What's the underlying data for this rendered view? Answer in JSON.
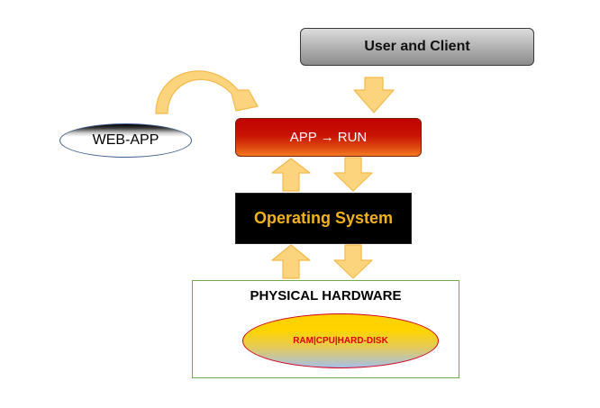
{
  "nodes": {
    "user_client": "User and Client",
    "web_app": "WEB-APP",
    "app_run": {
      "left": "APP",
      "arrow": "→",
      "right": "RUN"
    },
    "operating_system": "Operating System",
    "physical_hardware": "PHYSICAL HARDWARE",
    "components": "RAM|CPU|HARD-DISK"
  },
  "colors": {
    "arrow_fill": "#fdd47e",
    "arrow_stroke": "#f5b94a",
    "os_text": "#f3b21b",
    "app_run_gradient": [
      "#c00000",
      "#f07a22"
    ],
    "user_box_gradient": [
      "#dcdcdc",
      "#8c8c8c"
    ],
    "hardware_border": "#70ad47",
    "components_text": "#e00000"
  },
  "connectors": [
    {
      "from": "user_client",
      "to": "app_run",
      "direction": "down"
    },
    {
      "from": "web_app",
      "to": "app_run",
      "direction": "curved-right"
    },
    {
      "from": "operating_system",
      "to": "app_run",
      "direction": "up"
    },
    {
      "from": "app_run",
      "to": "operating_system",
      "direction": "down"
    },
    {
      "from": "physical_hardware",
      "to": "operating_system",
      "direction": "up"
    },
    {
      "from": "operating_system",
      "to": "physical_hardware",
      "direction": "down"
    }
  ]
}
